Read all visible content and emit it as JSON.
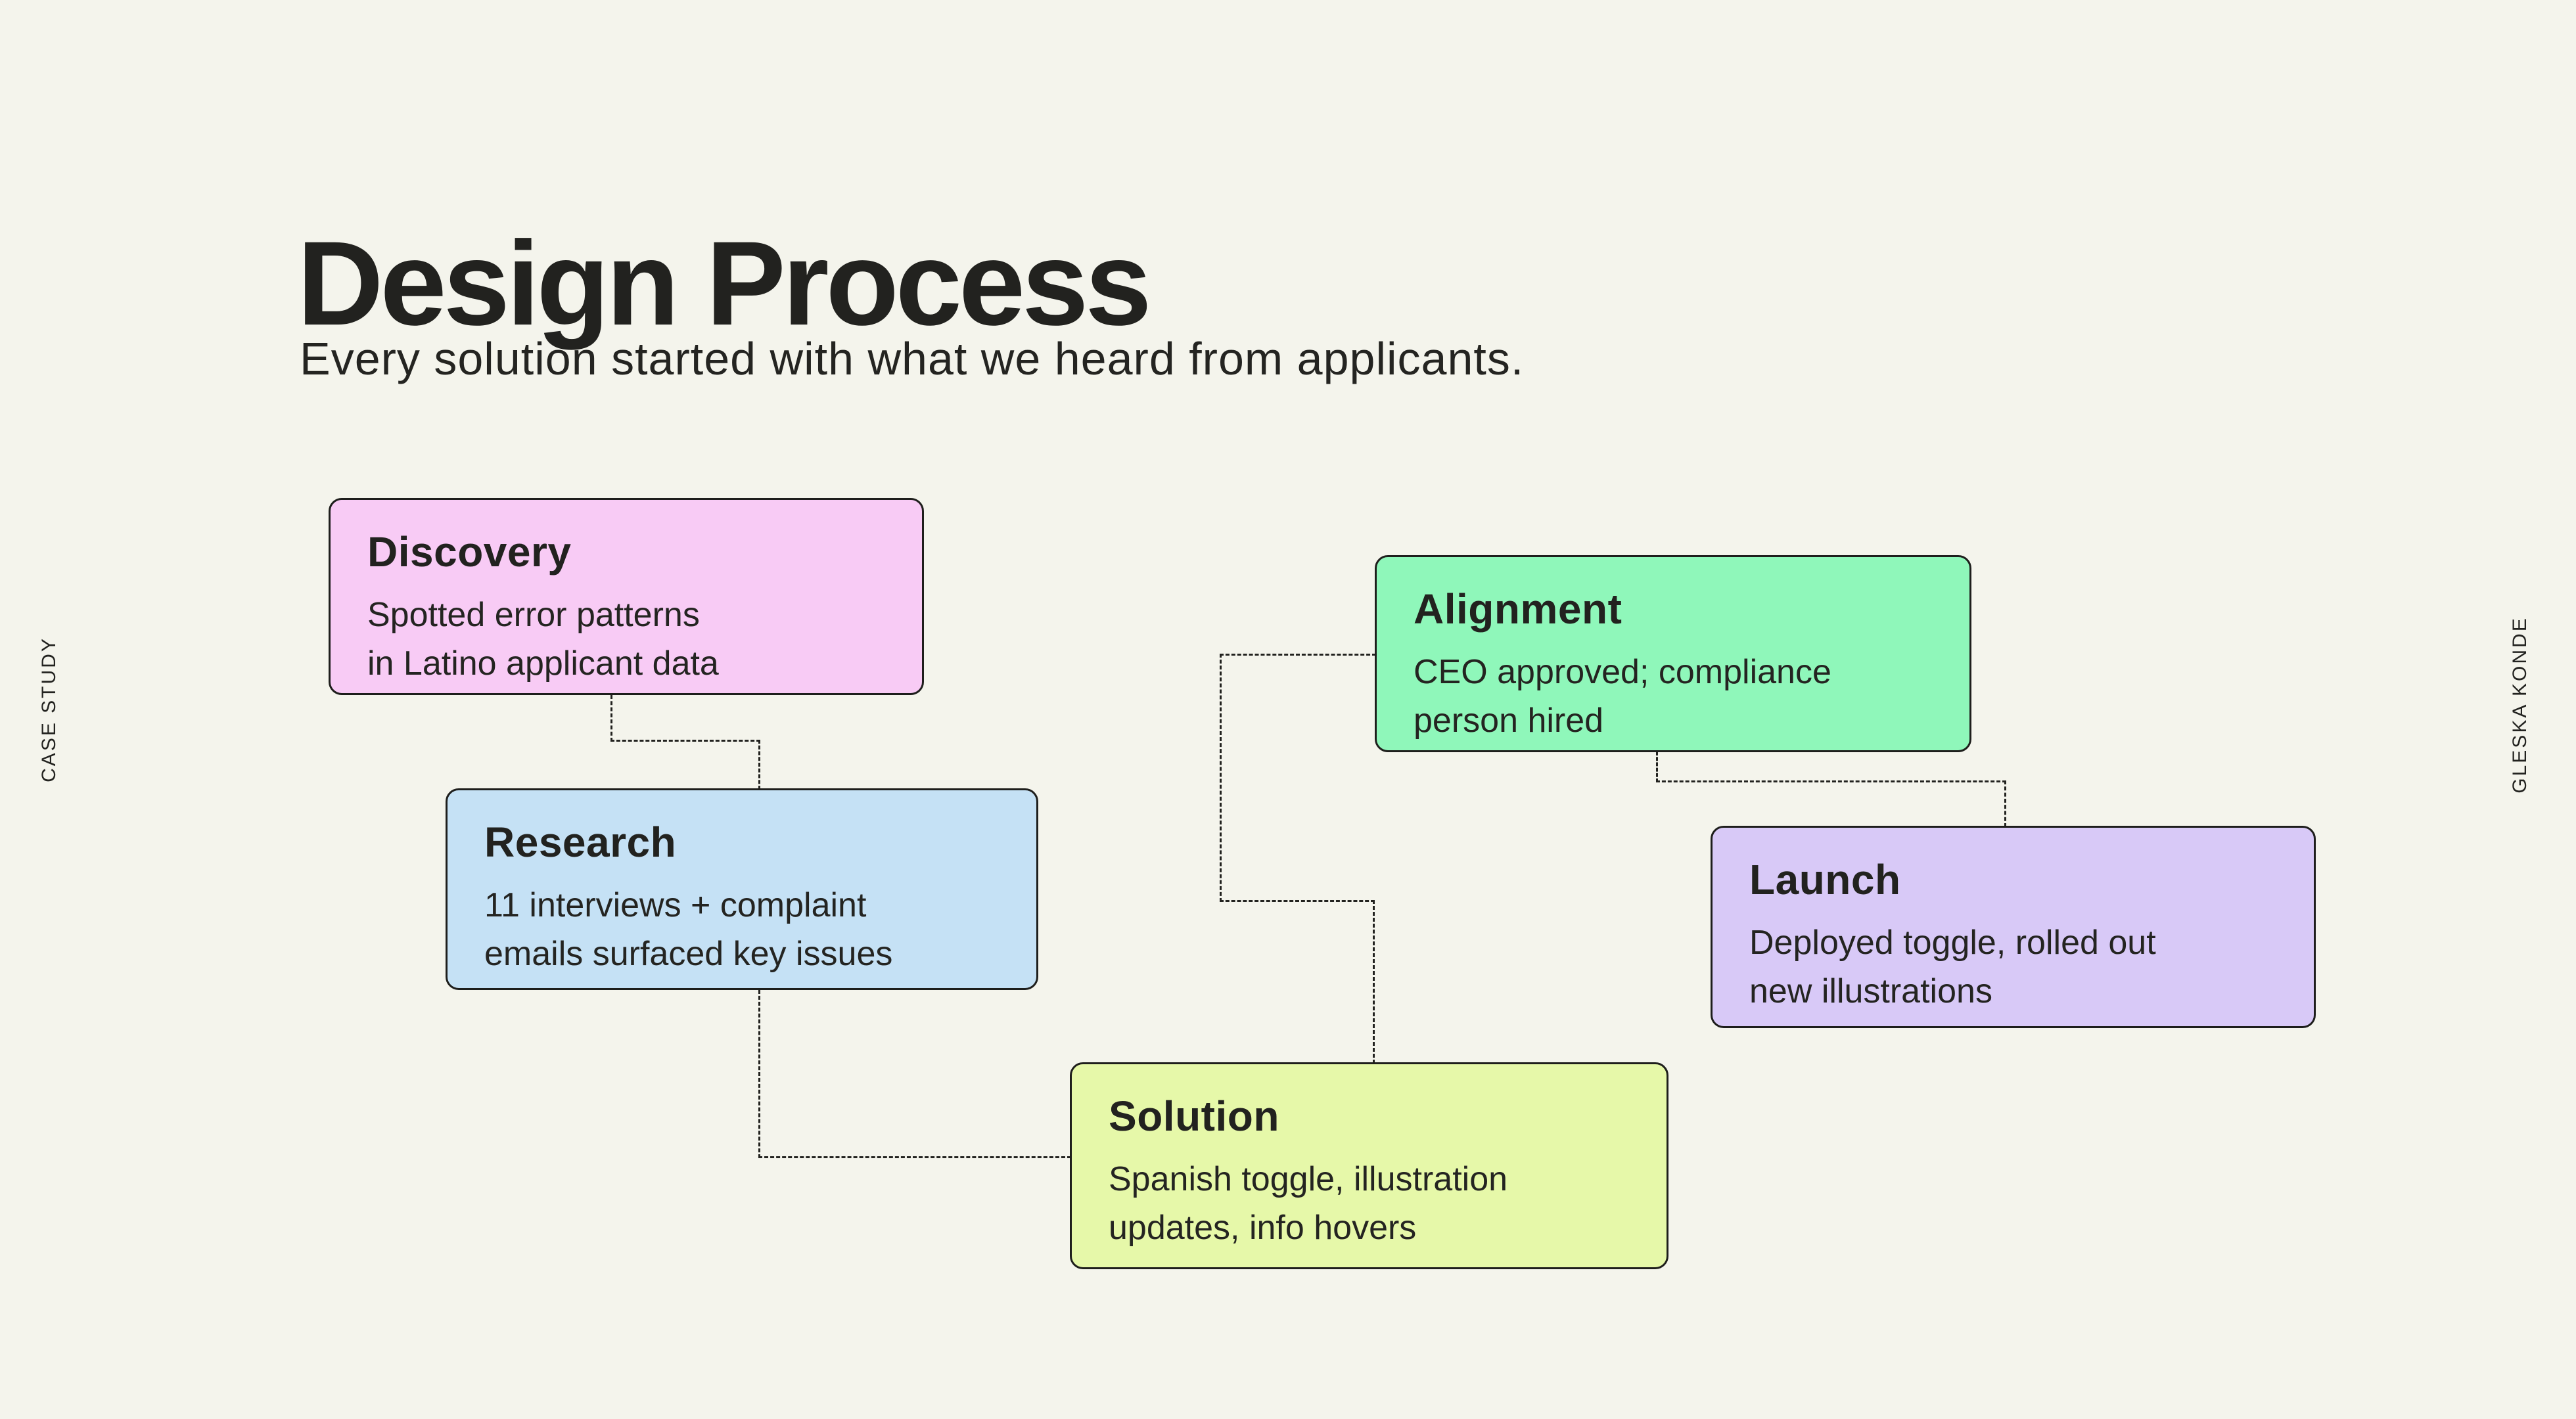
{
  "colors": {
    "background": "#F4F4EC",
    "text": "#22221F",
    "connector": "#22221F",
    "card_border": "#1E1E1C"
  },
  "header": {
    "title": "Design Process",
    "subtitle": "Every solution started with what we heard from applicants."
  },
  "side_labels": {
    "left": "CASE STUDY",
    "right": "GLESKA KONDE"
  },
  "cards": {
    "discovery": {
      "title": "Discovery",
      "body": "Spotted error patterns\nin Latino applicant data",
      "color": "#F8CBF5"
    },
    "research": {
      "title": "Research",
      "body": "11 interviews + complaint\nemails surfaced key issues",
      "color": "#C5E1F5"
    },
    "solution": {
      "title": "Solution",
      "body": "Spanish toggle, illustration\nupdates, info hovers",
      "color": "#E6F8A9"
    },
    "alignment": {
      "title": "Alignment",
      "body": "CEO approved; compliance\nperson hired",
      "color": "#8FF7BA"
    },
    "launch": {
      "title": "Launch",
      "body": "Deployed toggle, rolled out\nnew illustrations",
      "color": "#D8C9F7"
    }
  },
  "flow_order": [
    "Discovery",
    "Research",
    "Solution",
    "Alignment",
    "Launch"
  ]
}
